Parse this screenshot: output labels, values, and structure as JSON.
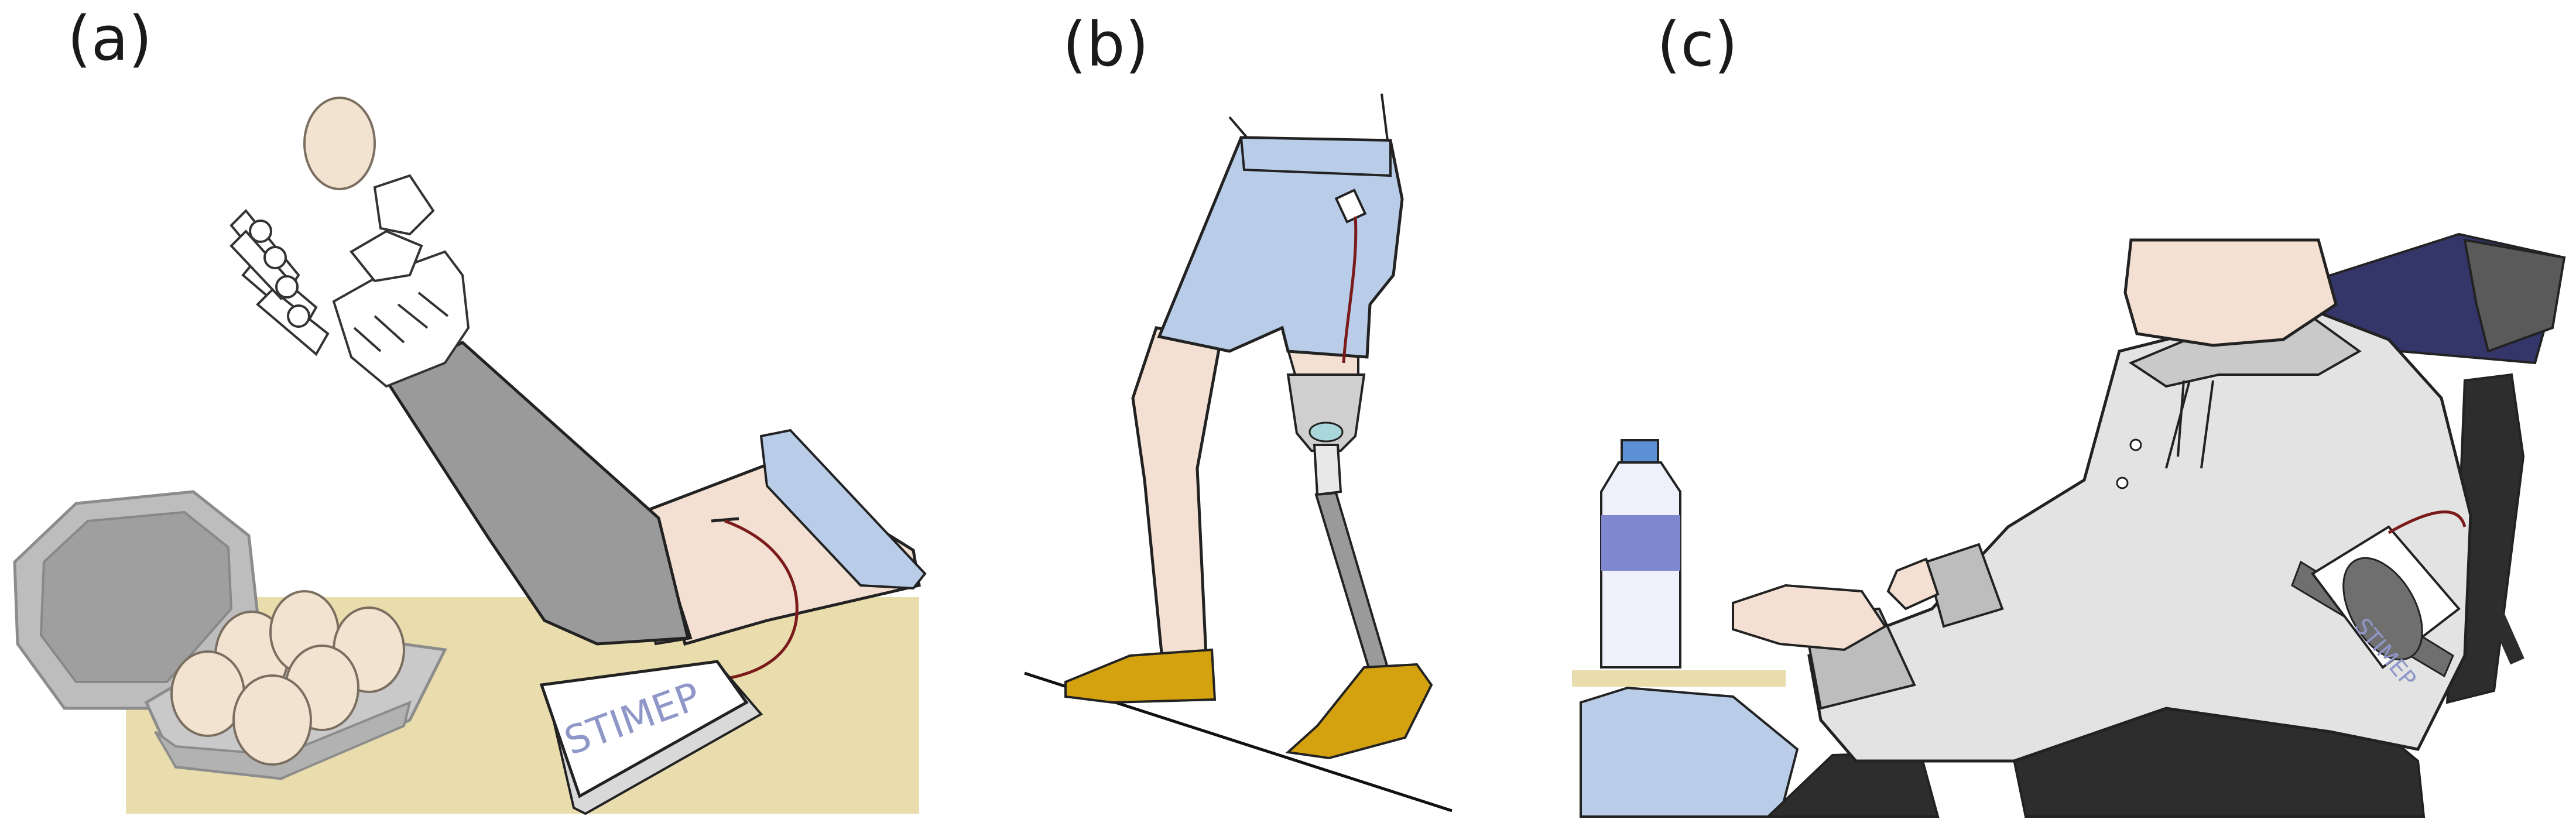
{
  "panels": [
    {
      "label": "(a)"
    },
    {
      "label": "(b)"
    },
    {
      "label": "(c)"
    }
  ],
  "devices": {
    "stimulator_label_a": "STIMEP",
    "stimulator_label_c": "STIMEP"
  },
  "colors": {
    "skin": "#f3e0d2",
    "table": "#e9dcad",
    "shirt_blue": "#b9cde9",
    "shoe_gold": "#d4a10f",
    "prosthesis_gray": "#9a9a9a",
    "hoodie": "#e3e3e3",
    "wheelchair_dark": "#2d2d2d",
    "headrest_navy": "#34366a",
    "cable_red": "#7a1a1a",
    "bottle_label": "#7f88cf",
    "bottle_cap": "#5b8fd6",
    "stimep_text": "#8f97c8"
  }
}
